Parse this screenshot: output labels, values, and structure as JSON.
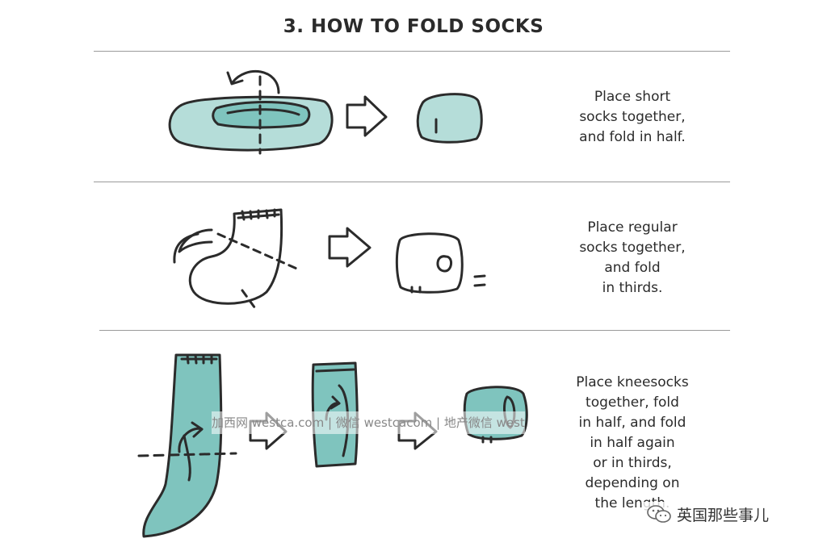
{
  "title": "3. HOW TO FOLD SOCKS",
  "colors": {
    "teal": "#7fc4be",
    "teal_light": "#b5ddd9",
    "ink": "#2b2b2b",
    "rule": "#9a9a9a"
  },
  "steps": [
    {
      "lines": [
        "Place short",
        "socks together,",
        "and fold in half."
      ]
    },
    {
      "lines": [
        "Place regular",
        "socks together,",
        "and fold",
        "in thirds."
      ]
    },
    {
      "lines": [
        "Place kneesocks",
        "together, fold",
        "in half, and fold",
        "in half again",
        "or in thirds,",
        "depending on",
        "the length."
      ]
    }
  ],
  "watermark": "加西网 westca.com | 微信 westcacom | 地产微信 westcahouse",
  "brand": {
    "label": "英国那些事儿",
    "icon": "wechat-icon"
  }
}
